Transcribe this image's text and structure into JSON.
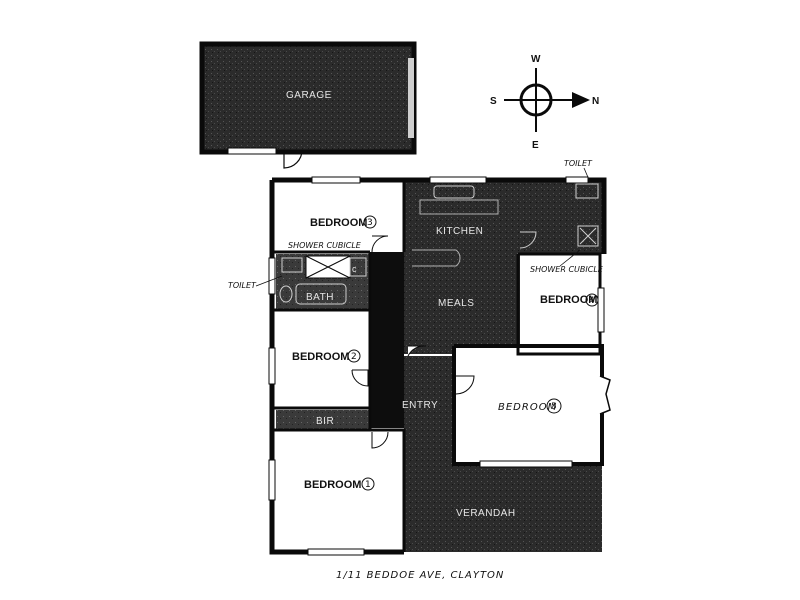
{
  "rooms": {
    "garage": "GARAGE",
    "bedroom3": "BEDROOM",
    "bedroom3_num": "3",
    "kitchen": "KITCHEN",
    "toilet_top": "TOILET",
    "shower_left": "SHOWER CUBICLE",
    "toilet_left": "TOILET",
    "bath": "BATH",
    "meals": "MEALS",
    "shower_right": "SHOWER CUBICLE",
    "bedroom4": "BEDROOM",
    "bedroom4_num": "4",
    "bedroom2": "BEDROOM",
    "bedroom2_num": "2",
    "entry": "ENTRY",
    "bedroom5": "BEDROOM",
    "bedroom5_num": "5",
    "bir": "BIR",
    "bedroom1": "BEDROOM",
    "bedroom1_num": "1",
    "verandah": "VERANDAH"
  },
  "compass": {
    "w": "W",
    "s": "S",
    "n": "N",
    "e": "E"
  },
  "address": "1/11 BEDDOE AVE, CLAYTON",
  "colors": {
    "wall": "#0a0a0a",
    "dark_fill": "#2a2a2a",
    "paper": "#ffffff"
  }
}
